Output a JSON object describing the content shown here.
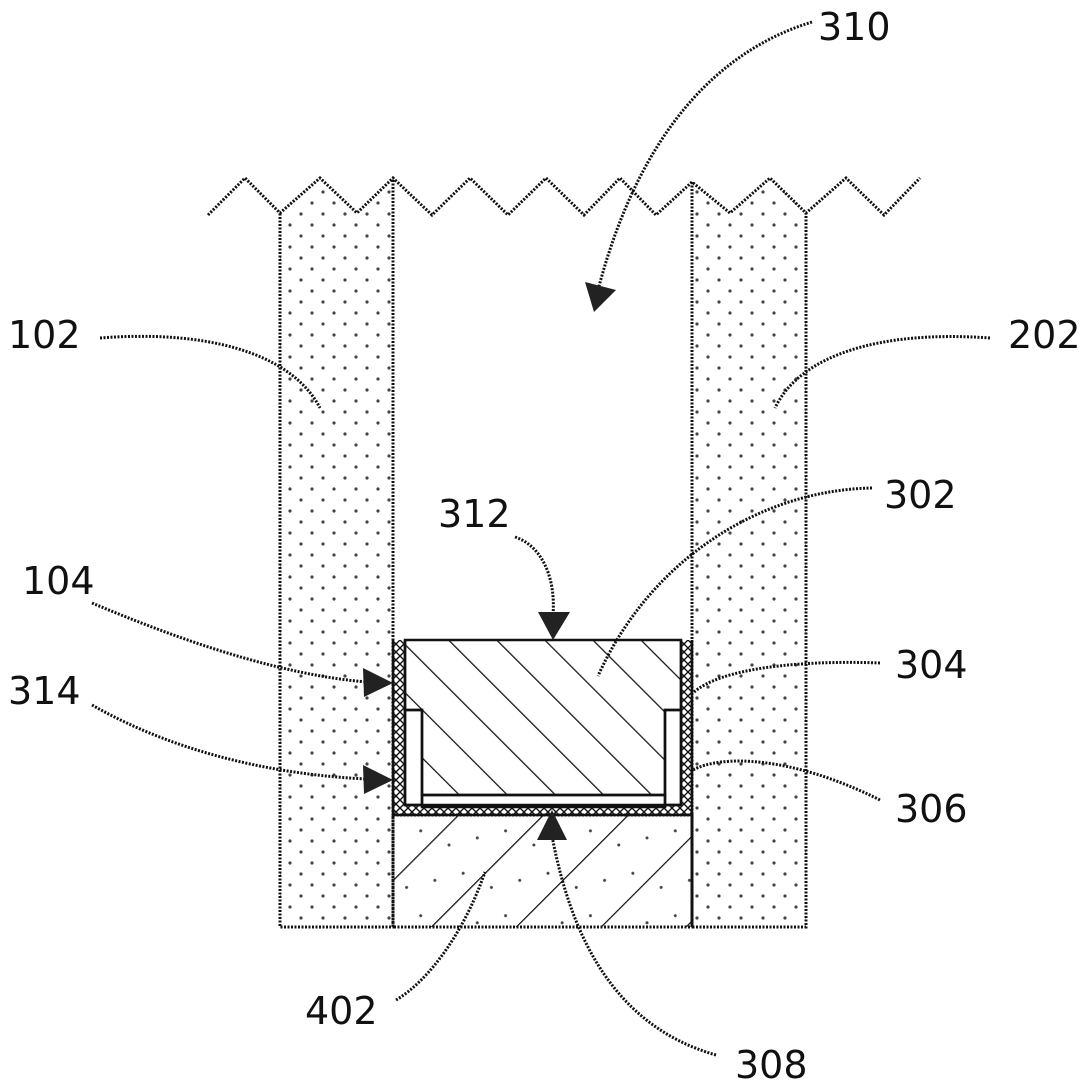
{
  "figure": {
    "labels": {
      "ref_310": "310",
      "ref_102": "102",
      "ref_202": "202",
      "ref_312": "312",
      "ref_302": "302",
      "ref_104": "104",
      "ref_304": "304",
      "ref_314": "314",
      "ref_306": "306",
      "ref_402": "402",
      "ref_308": "308"
    },
    "colors": {
      "line": "#111111",
      "background": "#ffffff",
      "dots": "#444444"
    }
  }
}
